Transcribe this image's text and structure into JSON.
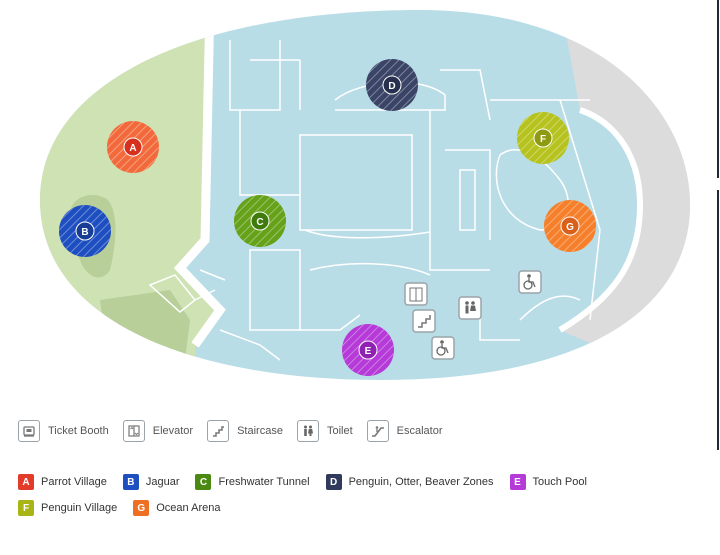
{
  "map": {
    "markers": [
      {
        "letter": "A",
        "name": "Parrot Village",
        "color": "#f26a3c"
      },
      {
        "letter": "B",
        "name": "Jaguar",
        "color": "#1e4fc0"
      },
      {
        "letter": "C",
        "name": "Freshwater Tunnel",
        "color": "#66a11a"
      },
      {
        "letter": "D",
        "name": "Penguin, Otter, Beaver Zones",
        "color": "#3a4466"
      },
      {
        "letter": "E",
        "name": "Touch Pool",
        "color": "#b53ad8"
      },
      {
        "letter": "F",
        "name": "Penguin Village",
        "color": "#b6c21e"
      },
      {
        "letter": "G",
        "name": "Ocean Arena",
        "color": "#f57f2a"
      }
    ],
    "facility_icons": [
      "elevator-icon",
      "staircase-icon",
      "toilet-icon",
      "toilet-icon",
      "accessible-icon",
      "accessible-icon"
    ],
    "colors": {
      "water_area": "#b9dde7",
      "outdoor_area": "#cfe2b3",
      "closed_area": "#dcdcdc",
      "walls": "#ffffff"
    }
  },
  "facility_legend": [
    {
      "label": "Ticket Booth",
      "icon": "ticket-booth-icon"
    },
    {
      "label": "Elevator",
      "icon": "elevator-icon"
    },
    {
      "label": "Staircase",
      "icon": "staircase-icon"
    },
    {
      "label": "Toilet",
      "icon": "toilet-icon"
    },
    {
      "label": "Escalator",
      "icon": "escalator-icon"
    }
  ],
  "zone_legend": [
    {
      "letter": "A",
      "name": "Parrot Village",
      "color": "#e23b2a"
    },
    {
      "letter": "B",
      "name": "Jaguar",
      "color": "#1e4fc0"
    },
    {
      "letter": "C",
      "name": "Freshwater Tunnel",
      "color": "#4a8a12"
    },
    {
      "letter": "D",
      "name": "Penguin, Otter, Beaver Zones",
      "color": "#2f3a5c"
    },
    {
      "letter": "E",
      "name": "Touch Pool",
      "color": "#b53ad8"
    },
    {
      "letter": "F",
      "name": "Penguin Village",
      "color": "#a9b516"
    },
    {
      "letter": "G",
      "name": "Ocean Arena",
      "color": "#ef6f22"
    }
  ]
}
